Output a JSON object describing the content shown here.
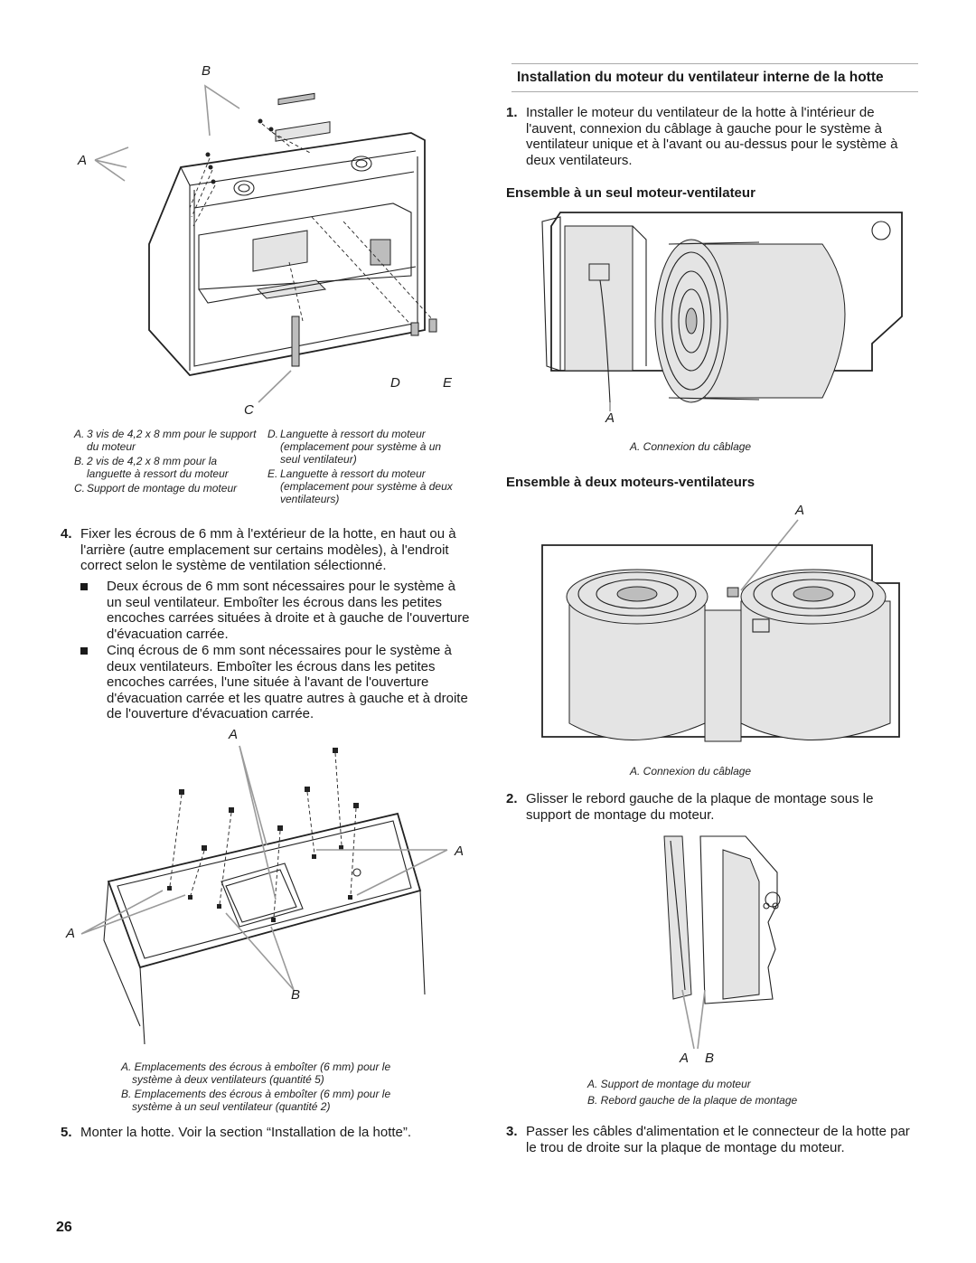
{
  "section_title": "Installation du moteur du ventilateur interne de la hotte",
  "step1": {
    "num": "1.",
    "text": "Installer le moteur du ventilateur de la hotte à l'intérieur de l'auvent, connexion du câblage à gauche pour le système à ventilateur unique et à l'avant ou au-dessus pour le système à deux ventilateurs."
  },
  "single_heading": "Ensemble à un seul moteur-ventilateur",
  "single_caption": "A. Connexion du câblage",
  "double_heading": "Ensemble à deux moteurs-ventilateurs",
  "double_caption": "A. Connexion du câblage",
  "step2": {
    "num": "2.",
    "text": "Glisser le rebord gauche de la plaque de montage sous le support de montage du moteur."
  },
  "bracket_captions": [
    "A. Support de montage du moteur",
    "B. Rebord gauche de la plaque de montage"
  ],
  "step3": {
    "num": "3.",
    "text": "Passer les câbles d'alimentation et le connecteur de la hotte par le trou de droite sur la plaque de montage du moteur."
  },
  "fig1_captions_left": [
    {
      "letter": "A.",
      "text": "3 vis de 4,2 x 8 mm pour le support du moteur"
    },
    {
      "letter": "B.",
      "text": "2 vis de 4,2 x 8 mm pour la languette à ressort du moteur"
    },
    {
      "letter": "C.",
      "text": "Support de montage du moteur"
    }
  ],
  "fig1_captions_right": [
    {
      "letter": "D.",
      "text": "Languette à ressort du moteur (emplacement pour système à un seul ventilateur)"
    },
    {
      "letter": "E.",
      "text": "Languette à ressort du moteur (emplacement pour système à deux ventilateurs)"
    }
  ],
  "step4": {
    "num": "4.",
    "text": "Fixer les écrous de 6 mm à l'extérieur de la hotte, en haut ou à l'arrière (autre emplacement sur certains modèles), à l'endroit correct selon le système de ventilation sélectionné."
  },
  "bullets": [
    "Deux écrous de 6 mm sont nécessaires pour le système à un seul ventilateur. Emboîter les écrous dans les petites encoches carrées situées à droite et à gauche de l'ouverture d'évacuation carrée.",
    "Cinq écrous de 6 mm sont nécessaires pour le système à deux ventilateurs. Emboîter les écrous dans les petites encoches carrées, l'une située à l'avant de l'ouverture d'évacuation carrée et les quatre autres à gauche et à droite de l'ouverture d'évacuation carrée."
  ],
  "fig2_captions": [
    "A. Emplacements des écrous à emboîter (6 mm) pour le système à deux ventilateurs (quantité 5)",
    "B. Emplacements des écrous à emboîter (6 mm) pour le système à un seul ventilateur (quantité 2)"
  ],
  "step5": {
    "num": "5.",
    "text": "Monter la hotte. Voir la section “Installation de la hotte”."
  },
  "page_number": "26",
  "callouts": {
    "a": "A",
    "b": "B",
    "c": "C",
    "d": "D",
    "e": "E"
  }
}
